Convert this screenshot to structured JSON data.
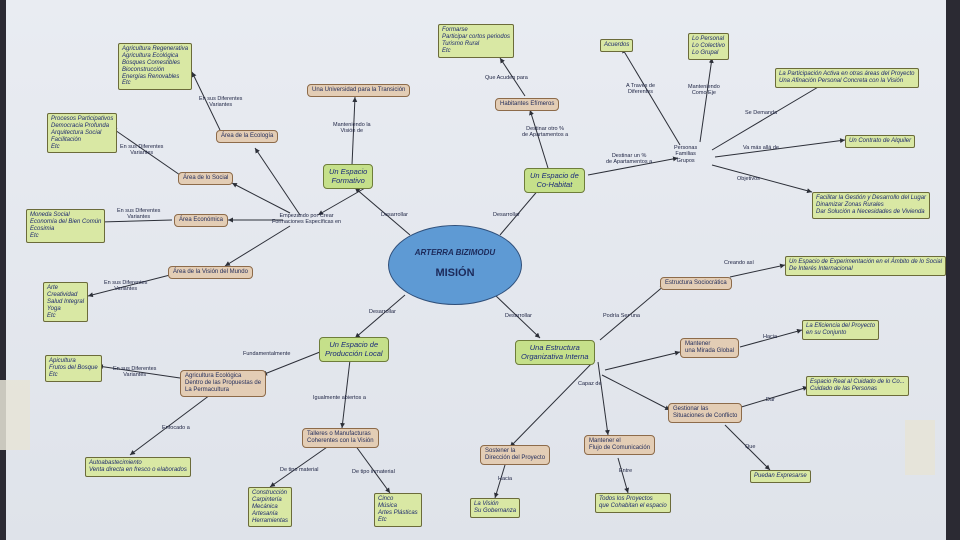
{
  "center": {
    "line1": "ARTERRA BIZIMODU",
    "line2": "MISIÓN"
  },
  "nodes": {
    "formativo": "Un Espacio\nFormativo",
    "cohab": "Un Espacio de\nCo-Habitat",
    "produccion": "Un Espacio de\nProducción Local",
    "estructura": "Una Estructura\nOrganizativa Interna",
    "universidad": "Una Universidad para la Transición",
    "area_ecologia": "Área de la Ecología",
    "area_social": "Área de lo Social",
    "area_economica": "Área Económica",
    "area_vision": "Área de la Visión del Mundo",
    "habitantes": "Habitantes Efímeros",
    "personas": "Personas\nFamilias\nGrupos",
    "estructura_socio": "Estructura Sociocrática",
    "agricultura": "Agricultura Ecológica\nDentro de las Propuestas de\nLa Permacultura",
    "talleres": "Talleres o Manufacturas\nCoherentes con la Visión",
    "mantener_mirada": "Mantener\nuna Mirada Global",
    "gestionar": "Gestionar las\nSituaciones de Conflicto",
    "sostener": "Sostener la\nDirección del Proyecto",
    "mantener_flujo": "Mantener el\nFlujo de Comunicación"
  },
  "boxes": {
    "ecologia_list": "Agricultura Regenerativa\nAgricultura Ecológica\nBosques Comestibles\nBioconstrucción\nEnergías Renovables\nEtc",
    "social_list": "Procesos Participativos\nDemocracia Profunda\nArquitectura Social\nFacilitación\nEtc",
    "economica_list": "Moneda Social\nEconomía del Bien Común\nEcosimia\nEtc",
    "vision_list": "Arte\nCreatividad\nSalud Integral\nYoga\nEtc",
    "formarse": "Formarse\nParticipar cortos periodos\nTurismo Rural\nEtc",
    "acuerdos": "Acuerdos",
    "personal": "Lo Personal\nLo Colectivo\nLo Grupal",
    "participacion": "La Participación Activa en otras áreas del Proyecto\nUna Afinación Personal Concreta con la Visión",
    "contrato": "Un Contrato de Alquiler",
    "facilitar": "Facilitar la Gestión y Desarrollo del Lugar\nDinamizar Zonas Rurales\nDar Solución a Necesidades de Vivienda",
    "experimentacion": "Un Espacio de Experimentación en el Ámbito de lo Social\nDe Interés Internacional",
    "eficiencia": "La Eficiencia del Proyecto\nen su Conjunto",
    "espacio_real": "Espacio Real al Cuidado de lo Co...\nCuidado de las Personas",
    "puedan": "Puedan Expresarse",
    "todos": "Todos los Proyectos\nque Cohabitan el espacio",
    "la_vision": "La Visión\nSu Gobernanza",
    "construccion": "Construcción\nCarpintería\nMecánica\nArtesanía\nHerramientas",
    "cinco": "Cinco\nMúsica\nArtes Plásticas\nEtc",
    "apicultura": "Apicultura\nFrutos del Bosque\nEtc",
    "autoabastecimiento": "Autoabastecimiento\nVenta directa en fresco o elaborados"
  },
  "labels": {
    "mant_vision": "Manteniendo la\nVisión de",
    "en_sus_1": "En sus Diferentes\nVariantes",
    "en_sus_2": "En sus Diferentes\nVariantes",
    "en_sus_3": "En sus Diferentes\nVariantes",
    "en_sus_4": "En sus Diferentes\nVariantes",
    "en_sus_5": "En sus Diferentes\nVariantes",
    "empezando": "Empezando por Crear\nFormaciones Específicas en",
    "desarrollar_1": "Desarrollar",
    "desarrollar_2": "Desarrollar",
    "desarrollar_3": "Desarrollar",
    "desarrollar_4": "Desarrollar",
    "que_acuden": "Que Acuden para",
    "destinar_1": "Destinar otro %\nde Apartamentos a",
    "destinar_2": "Destinar un %\nde Apartamentos a",
    "a_traves": "A Través de\nDiferentes",
    "manteniendo_eje": "Manteniendo\nComo Eje",
    "se_demanda": "Se Demanda",
    "va_mas": "Va más allá de",
    "objetivos": "Objetivos",
    "creando": "Creando así",
    "podria": "Podría Ser una",
    "hacia_1": "Hacia",
    "capaz": "Capaz de",
    "dar": "Dar",
    "que": "Que",
    "entre": "Entre",
    "hacia_2": "Hacia",
    "fundamentalmente": "Fundamentalmente",
    "enfocado": "Enfocado a",
    "igualmente": "Igualmente abiertos a",
    "tipo_material": "De tipo material",
    "tipo_inmaterial": "De tipo inmaterial"
  }
}
